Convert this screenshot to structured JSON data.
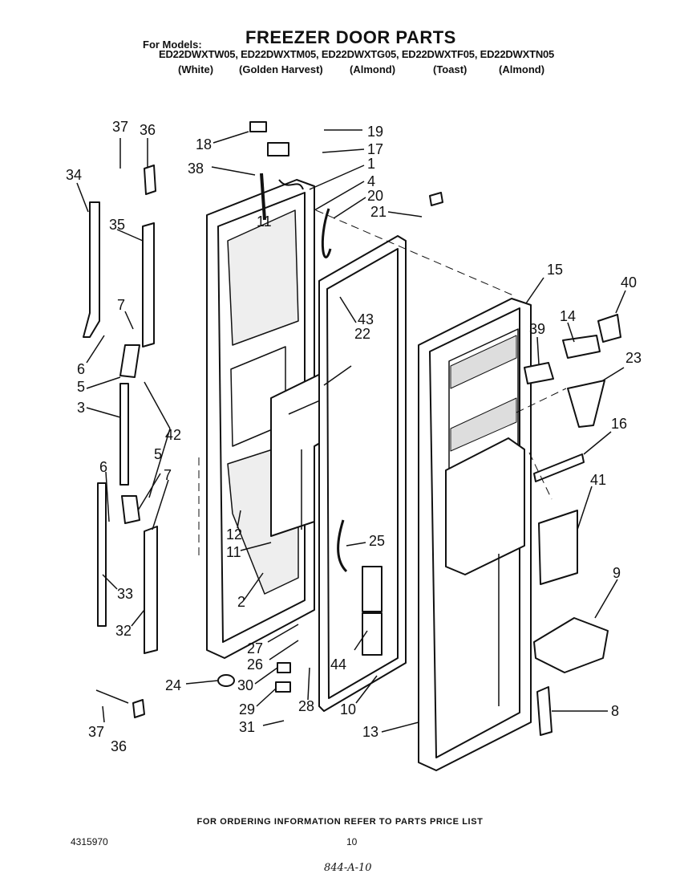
{
  "header": {
    "for_models": "For Models:",
    "title": "FREEZER DOOR PARTS",
    "models": "ED22DWXTW05, ED22DWXTM05, ED22DWXTG05, ED22DWXTF05, ED22DWXTN05",
    "colors": [
      "(White)",
      "(Golden Harvest)",
      "(Almond)",
      "(Toast)",
      "(Almond)"
    ]
  },
  "callouts": [
    "37",
    "36",
    "34",
    "35",
    "7",
    "6",
    "5",
    "3",
    "42",
    "6",
    "5",
    "7",
    "33",
    "32",
    "37",
    "36",
    "18",
    "38",
    "19",
    "17",
    "1",
    "4",
    "20",
    "21",
    "11",
    "43",
    "22",
    "15",
    "40",
    "14",
    "39",
    "23",
    "16",
    "41",
    "12",
    "11",
    "25",
    "9",
    "2",
    "27",
    "26",
    "44",
    "24",
    "30",
    "28",
    "10",
    "29",
    "13",
    "31",
    "8"
  ],
  "footer": {
    "note": "FOR ORDERING INFORMATION REFER TO PARTS PRICE LIST",
    "doc_number": "4315970",
    "page_number": "10",
    "handwritten_code": "844-A-10"
  }
}
